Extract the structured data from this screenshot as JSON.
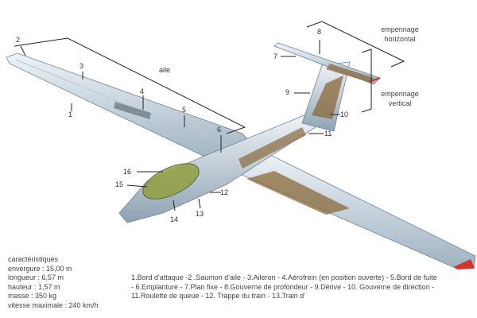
{
  "labels": {
    "n1": "1",
    "n2": "2",
    "n3": "3",
    "n4": "4",
    "n5": "5",
    "n6": "6",
    "n7": "7",
    "n8": "8",
    "n9": "9",
    "n10": "10",
    "n11": "11",
    "n12": "12",
    "n13": "13",
    "n14": "14",
    "n15": "15",
    "n16": "16",
    "aile": "aile",
    "emp_h_1": "empennage",
    "emp_h_2": "horizontal",
    "emp_v_1": "empennage",
    "emp_v_2": "vertical"
  },
  "specs": {
    "title": "caractéristiques",
    "envergure": "envergure : 15,00 m",
    "longueur": "longueur : 6,57 m",
    "hauteur": "hauteur : 1,57 m",
    "masse": "masse : 350 kg",
    "vitesse": "vitesse maximale : 240 km/h"
  },
  "legend": "1.Bord d'attaque -2 .Saumon d'aile - 3.Aileron - 4.Aérofrein (en position ouverte) - 5.Bord de fuite - 6.Emplanture - 7.Plan fixe - 8.Gouverne de profondeur - 9.Dérive - 10. Gouverne de direction - 11.Roulette de queue - 12. Trappe du train - 13.Train d'",
  "colors": {
    "wing": "#c9d6e0",
    "wing_dark": "#8fa3b3",
    "tip": "#d8322a",
    "structure": "#8a6a3a",
    "canopy": "#8fa040"
  }
}
